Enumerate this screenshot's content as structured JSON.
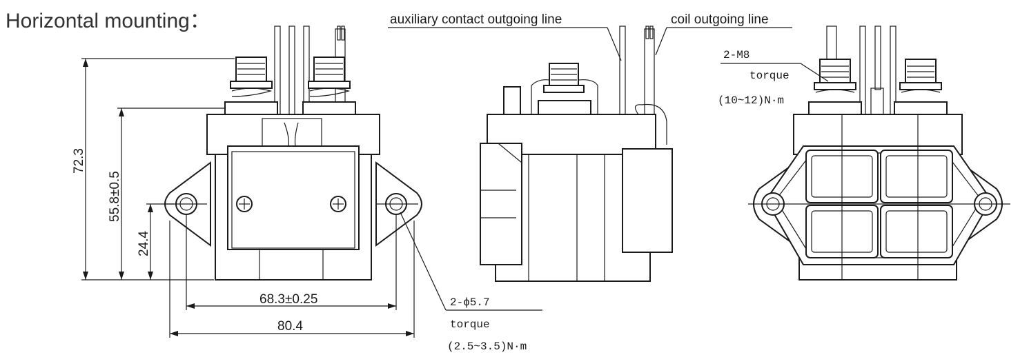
{
  "title": "Horizontal mounting：",
  "callouts": {
    "aux_line": "auxiliary contact outgoing line",
    "coil_line": "coil outgoing line"
  },
  "dimensions": {
    "height_total": "72.3",
    "height_mid": "55.8±0.5",
    "height_hole": "24.4",
    "hole_spacing": "68.3±0.25",
    "overall_width": "80.4"
  },
  "hole_note": {
    "spec": "2-ϕ5.7",
    "torque_label": "torque",
    "torque_value": "(2.5~3.5)N·m"
  },
  "terminal_note": {
    "spec": "2-M8",
    "torque_label": "torque",
    "torque_value": "(10~12)N·m"
  }
}
